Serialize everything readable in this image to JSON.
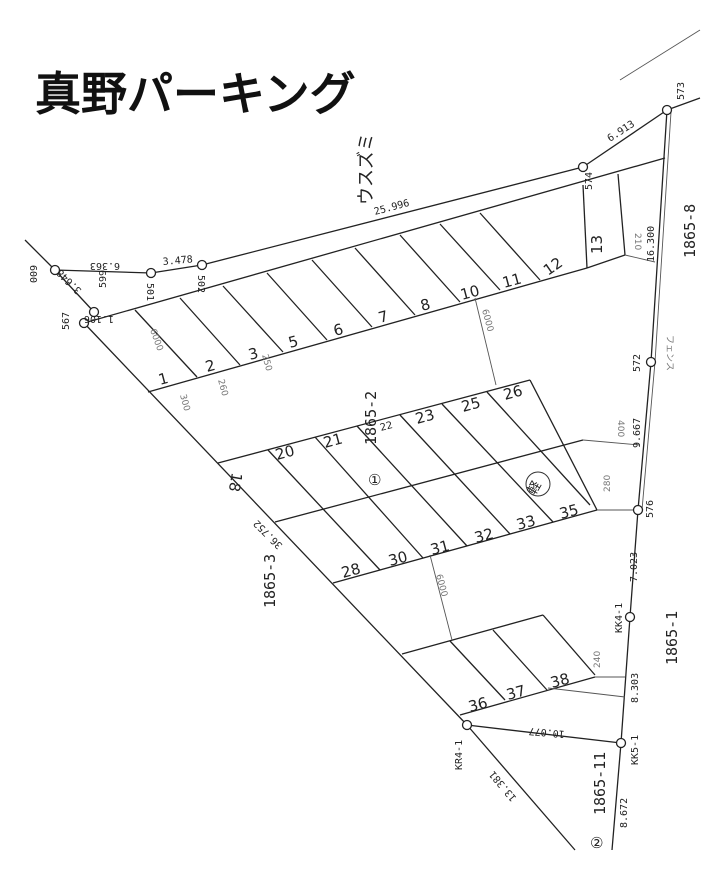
{
  "title": "真野パーキング",
  "adjacent_label": "ウスズミ",
  "points": {
    "p600": "600",
    "p501": "501",
    "p502": "502",
    "p599": "599",
    "p567": "567",
    "p574": "574",
    "p573": "573",
    "p572": "572",
    "p576": "576",
    "kk41": "KK4-1",
    "kk51": "KK5-1",
    "kr41": "KR4-1"
  },
  "distances": {
    "d6363": "6.363",
    "d3478": "3.478",
    "d3648": "3.648",
    "d1106": "1.106",
    "d25996": "25.996",
    "d6913": "6.913",
    "d16300": "16.300",
    "d9667": "9.667",
    "d7023": "7.023",
    "d8303": "8.303",
    "d10077": "10.077",
    "d13381": "13.381",
    "d8672": "8.672",
    "d36752": "36.752"
  },
  "parcels": {
    "p18652": "1865-2",
    "p18653": "1865-3",
    "p18658": "1865-8",
    "p18651": "1865-1",
    "p186511": "1865-11"
  },
  "area_markers": {
    "one": "①",
    "two": "②",
    "kei": "軽"
  },
  "stalls": {
    "upper": [
      "1",
      "2",
      "3",
      "5",
      "6",
      "7",
      "8",
      "10",
      "11",
      "12",
      "13"
    ],
    "middle_top": [
      "18",
      "20",
      "21",
      "22",
      "23",
      "25",
      "26"
    ],
    "middle_bottom": [
      "28",
      "30",
      "31",
      "32",
      "33",
      "35"
    ],
    "lower": [
      "36",
      "37",
      "38"
    ]
  },
  "dims": {
    "aisle1": "6000",
    "aisle2": "6000",
    "aisle3": "6000",
    "w400": "400",
    "w300": "300",
    "w260": "260",
    "w250": "250",
    "w210": "210",
    "w280": "280",
    "w240": "240",
    "fence": "フェンス"
  }
}
